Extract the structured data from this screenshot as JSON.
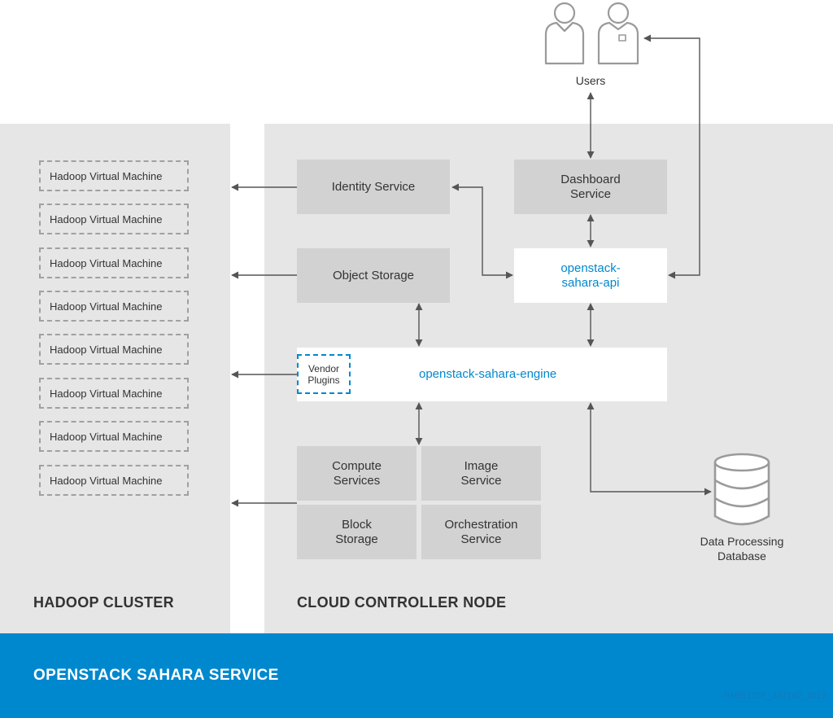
{
  "users": {
    "label": "Users"
  },
  "hadoop_cluster": {
    "title": "HADOOP CLUSTER",
    "vms": [
      "Hadoop Virtual Machine",
      "Hadoop Virtual Machine",
      "Hadoop Virtual Machine",
      "Hadoop Virtual Machine",
      "Hadoop Virtual Machine",
      "Hadoop Virtual Machine",
      "Hadoop Virtual Machine",
      "Hadoop Virtual Machine"
    ]
  },
  "controller": {
    "title": "CLOUD CONTROLLER NODE",
    "identity": "Identity Service",
    "dashboard": "Dashboard\nService",
    "object_storage": "Object Storage",
    "api": "openstack-\nsahara-api",
    "engine": "openstack-sahara-engine",
    "vendor_plugins": "Vendor\nPlugins",
    "compute": "Compute\nServices",
    "image": "Image\nService",
    "block_storage": "Block\nStorage",
    "orchestration": "Orchestration\nService"
  },
  "database": {
    "label": "Data Processing\nDatabase"
  },
  "footer": {
    "title": "OPENSTACK SAHARA SERVICE",
    "id": "RHELOSP_347192_1015"
  },
  "colors": {
    "panel": "#e6e6e6",
    "box": "#d2d2d2",
    "accent": "#0088ce",
    "arrow": "#555555"
  },
  "icons": [
    "user-icon",
    "user-badge-icon",
    "database-icon"
  ]
}
